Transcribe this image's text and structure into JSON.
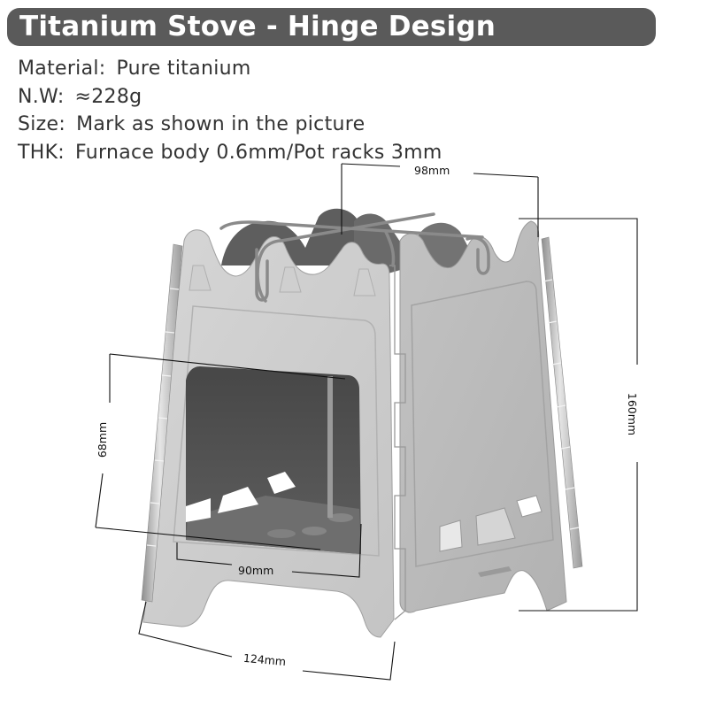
{
  "header": {
    "title": "Titanium Stove - Hinge Design",
    "background_color": "#5a5a5a",
    "text_color": "#ffffff"
  },
  "specs": [
    {
      "label": "Material:",
      "value": "Pure titanium"
    },
    {
      "label": "N.W:",
      "value": "≈228g"
    },
    {
      "label": "Size:",
      "value": "Mark as shown in the picture"
    },
    {
      "label": "THK:",
      "value": "Furnace body  0.6mm/Pot racks 3mm"
    }
  ],
  "dimensions": {
    "top_width": "98mm",
    "height": "160mm",
    "opening_height": "68mm",
    "opening_width": "90mm",
    "base_width": "124mm"
  },
  "colors": {
    "titanium_light": "#c9c9c9",
    "titanium_mid": "#b0b0b0",
    "interior_dark": "#505050",
    "dimension_line": "#111111"
  }
}
